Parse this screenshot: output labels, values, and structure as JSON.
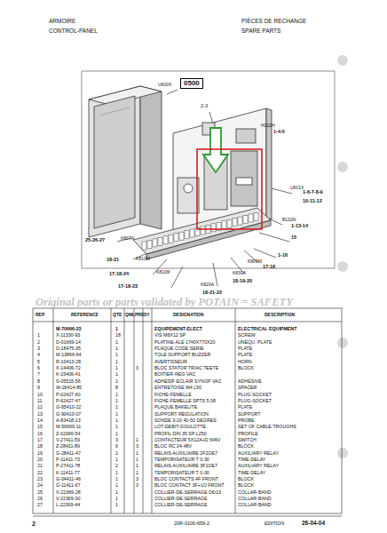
{
  "diagram": {
    "nodes": [
      {
        "text": [
          "0500"
        ]
      }
    ],
    "labels": [
      "ARMOIRE",
      "CONTROL-PANEL",
      "PIÈCES DE RECHANGE",
      "SPARE PARTS",
      "U600X",
      "2-3",
      "H322H",
      "1-4-5",
      "U601X",
      "1-6-7-8-9",
      "10-11-12",
      "B132N",
      "1-13-14",
      "15",
      "1-16",
      "25-26-27",
      "K807A",
      "18-21",
      "K810M",
      "17-18-24",
      "K811M",
      "17-18-23",
      "K820A",
      "18-21-22",
      "K830A",
      "18-19-20",
      "K809M",
      "17-18",
      "Original parts or parts validated by POTAIN = SAFETY",
      "REP",
      "REFERENCE",
      "QTE",
      "QML",
      "PRE",
      "SY",
      "DESIGNATION",
      "DESCRIPTION",
      "M-70666-23",
      "1",
      "EQUIPEMENT-ELECT",
      "ELECTRICAL EQUIPMENT",
      "1",
      "X-11330-93",
      "18",
      "VIS M6X12 SP",
      "SCREW",
      "2",
      "D-01669-14",
      "1",
      "PLATINE-ALE 1740X770X20",
      "UNEQU. PLATE",
      "3",
      "D-18475-35",
      "1",
      "PLAQUE CODE SERIE",
      "PLATE",
      "4",
      "M-13866-64",
      "1",
      "TOLE SUPPORT BUZZER",
      "PLATE",
      "5",
      "R-10413-28",
      "1",
      "AVERTISSEUR",
      "HORN",
      "6",
      "X-14406-72",
      "1",
      "3",
      "BLOC STATOR TRIAC TEETE",
      "BLOCK",
      "7",
      "K-15406-41",
      "1",
      "BOITIER-REG VAC",
      "8",
      "S-05515-56",
      "1",
      "ADHESIF ECLAIR SYNOP VAC",
      "ADHESIVE",
      "9",
      "W-26414-85",
      "8",
      "ENTRETOISE M4 L50",
      "SPACER",
      "10",
      "P-02427-60",
      "1",
      "FICHE-FEMELLE",
      "PLUG-SOCKET",
      "11",
      "P-62427-47",
      "1",
      "FICHE-FEMELLE SPTS 5.08",
      "PLUG-SOCKET",
      "12",
      "G-65410-22",
      "1",
      "PLAQUE BAKELITE",
      "PLATE",
      "13",
      "G-90410-07",
      "1",
      "SUPPORT REGULATION",
      "SUPPORT",
      "14",
      "A-83418-13",
      "1",
      "SONDE 3-20 40-50 DEGRES",
      "PROBE",
      "15",
      "M-50669-11",
      "1",
      "LOT-DEBIT-GOULOTTE",
      "SET OF CABLE TROUGHS",
      "16",
      "Z-02066-54",
      "1",
      "PROFIL DIN 35 SP L250",
      "PROFILE",
      "17",
      "V-27411-59",
      "3",
      "1",
      "CONTACTEUR 5X12A+D 546V",
      "SWITCH",
      "18",
      "Z-28411-89",
      "6",
      "3",
      "BLOC RC 24-48V",
      "BLOCK",
      "19",
      "G-28411-47",
      "1",
      "1",
      "RELAIS-AUXILIAIRE 2F2OE7",
      "AUXILIARY RELAY",
      "20",
      "P-11411-73",
      "1",
      "1",
      "TEMPORISATEUR T 0-30",
      "TIME-DELAY",
      "21",
      "P-27411-78",
      "2",
      "1",
      "RELAIS-AUXILIAIRE 3F1OE7",
      "AUXILIARY RELAY",
      "22",
      "K-11411-77",
      "1",
      "1",
      "TEMPORISATEUR T 0-30",
      "TIME-DELAY",
      "23",
      "G-04411-46",
      "1",
      "3",
      "BLOC CONTACTS 4F FRONT",
      "BLOCK",
      "24",
      "G-11411-67",
      "1",
      "3",
      "BLOC CONTACT 3F+1O FRONT",
      "BLOCK",
      "25",
      "X-22369-28",
      "1",
      "COLLIER-DE-SERRAGE D6/13",
      "COLLAR-BAND",
      "26",
      "V-22369-30",
      "1",
      "COLLIER-DE-SERRAGE",
      "COLLAR-BAND",
      "27",
      "L-22369-44",
      "1",
      "COLLIER-DE-SERRAGE",
      "COLLAR-BAND",
      "2",
      "20R-0100-659-2",
      "EDITION",
      "26-04-04"
    ]
  }
}
